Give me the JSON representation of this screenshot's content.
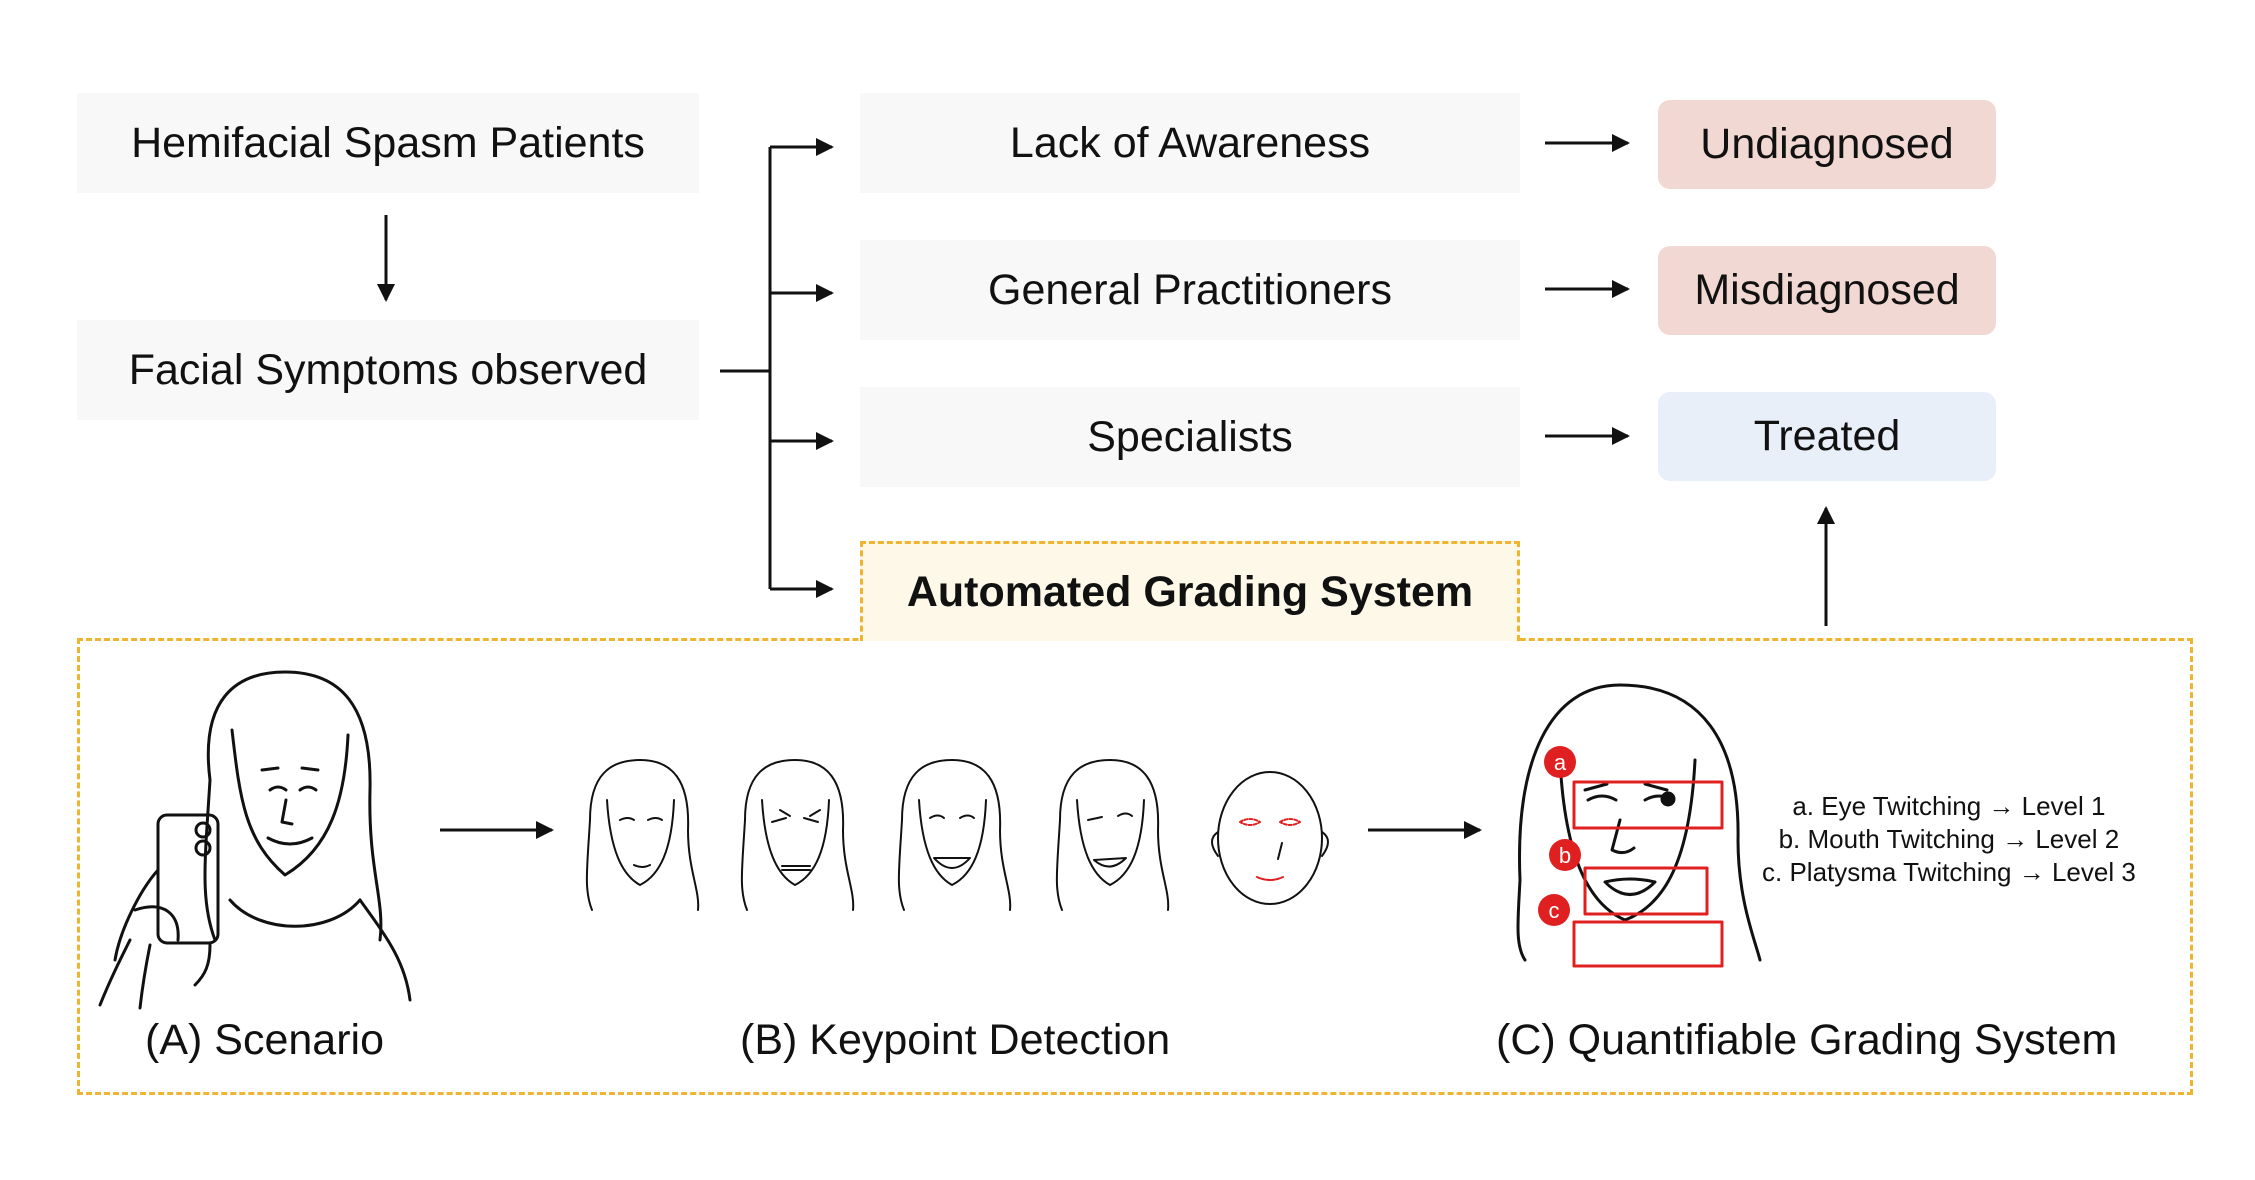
{
  "flow": {
    "patients": "Hemifacial Spasm Patients",
    "symptoms": "Facial Symptoms observed",
    "lack": "Lack of Awareness",
    "gp": "General Practitioners",
    "specialists": "Specialists",
    "automated": "Automated Grading System"
  },
  "outcomes": {
    "undiagnosed": "Undiagnosed",
    "misdiagnosed": "Misdiagnosed",
    "treated": "Treated"
  },
  "panels": {
    "a": "(A) Scenario",
    "b": "(B) Keypoint Detection",
    "c": "(C)  Quantifiable Grading System"
  },
  "legend": {
    "a": "a. Eye Twitching → Level 1",
    "b": "b. Mouth Twitching → Level 2",
    "c": "c. Platysma Twitching → Level 3"
  },
  "markers": {
    "a": "a",
    "b": "b",
    "c": "c"
  },
  "colors": {
    "box_bg": "#f8f8f8",
    "undiagnosed_bg": "#f2d8d3",
    "misdiagnosed_bg": "#f2d8d3",
    "treated_bg": "#e8eff8",
    "highlight_border": "#f0b530",
    "highlight_bg": "#fdf8e8",
    "marker_red": "#e02020"
  }
}
